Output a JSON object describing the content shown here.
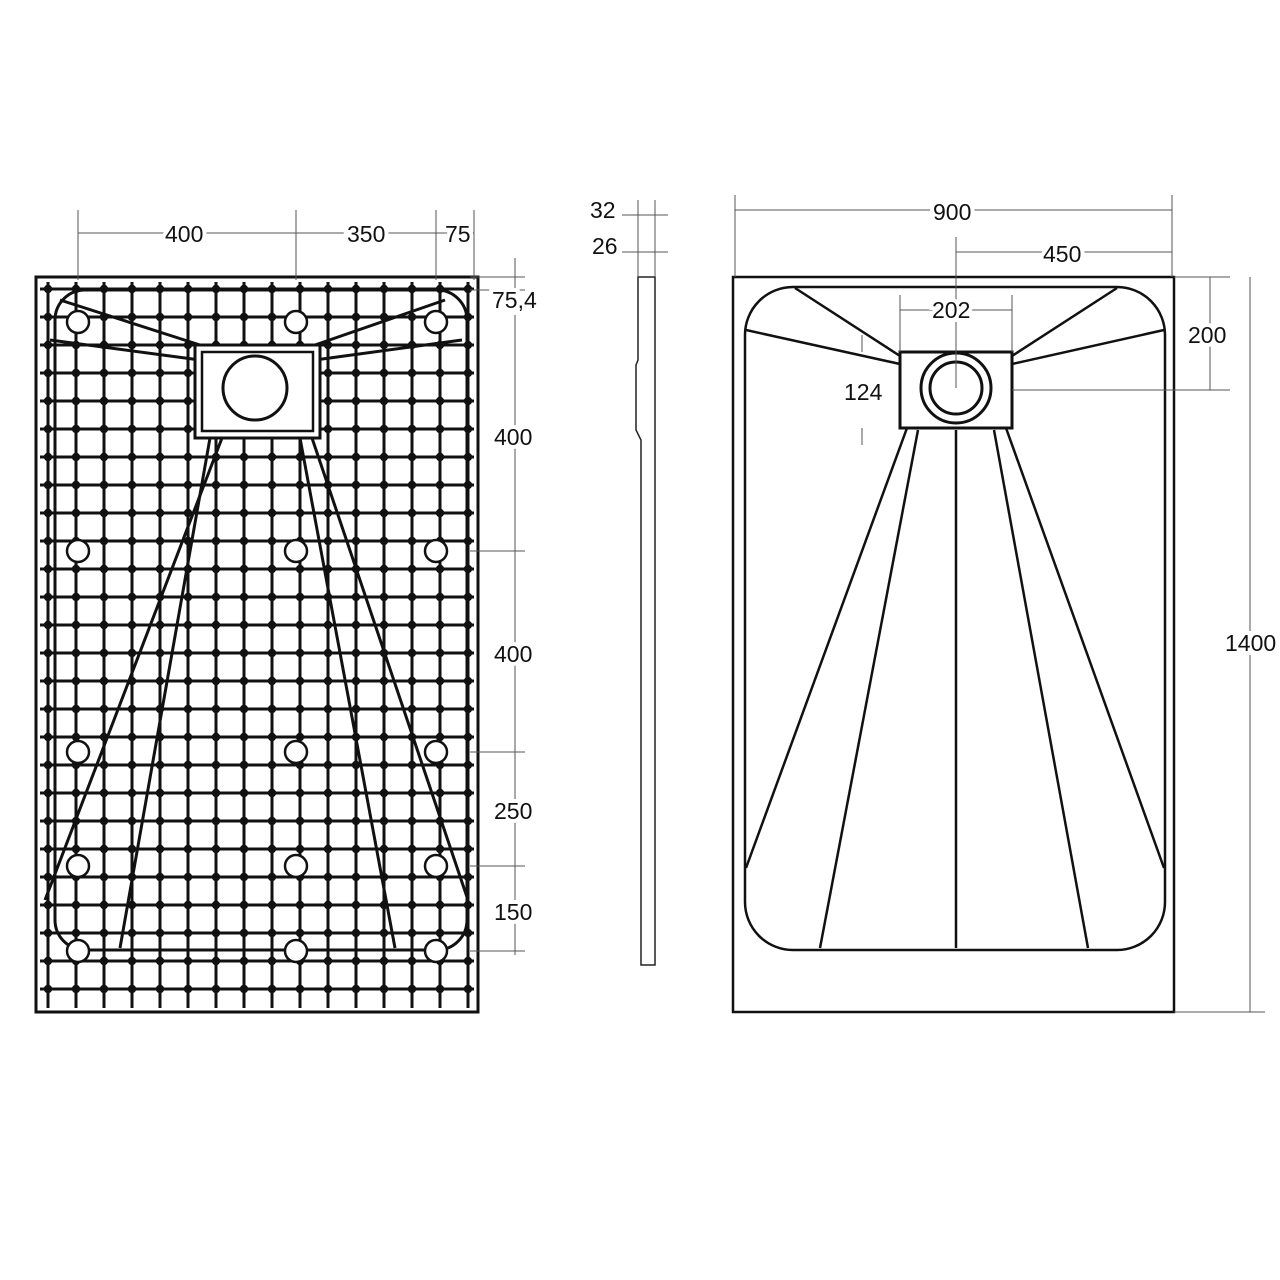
{
  "bottom_view": {
    "dims_top": {
      "a": "400",
      "b": "350",
      "c": "75"
    },
    "dims_right": {
      "top": "75,4",
      "d1": "400",
      "d2": "400",
      "d3": "250",
      "d4": "150"
    }
  },
  "side_view": {
    "thickness_total": "32",
    "thickness_edge": "26"
  },
  "top_view": {
    "width": "900",
    "half_width": "450",
    "drain_width": "202",
    "drain_offset": "200",
    "drain_height": "124",
    "length": "1400"
  },
  "colors": {
    "line": "#111111",
    "dim_line": "#555555"
  }
}
